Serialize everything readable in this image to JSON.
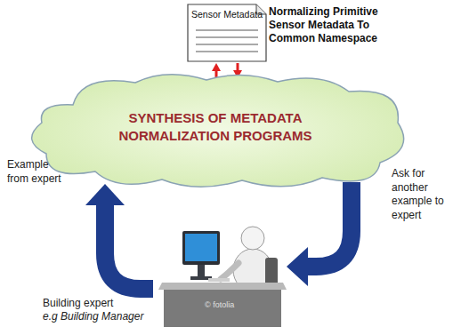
{
  "diagram": {
    "nodes": [
      {
        "text": [
          "Sensor Metadata"
        ]
      },
      {
        "text": [
          "SYNTHESIS OF METADATA NORMALIZATION PROGRAMS"
        ]
      },
      {
        "text": [
          "Building expert",
          "e.g Building Manager"
        ]
      }
    ],
    "edges": [
      {
        "from": 1,
        "to": 0,
        "arrow": "to"
      },
      {
        "from": 0,
        "to": 1,
        "arrow": "to"
      },
      {
        "from": 2,
        "to": 1,
        "label": "Example from expert",
        "arrow": "to"
      },
      {
        "from": 1,
        "to": 2,
        "label": "Ask for another example to expert",
        "arrow": "to"
      }
    ],
    "labels": [
      "Normalizing Primitive Sensor Metadata To Common Namespace",
      "© fotolia"
    ]
  }
}
